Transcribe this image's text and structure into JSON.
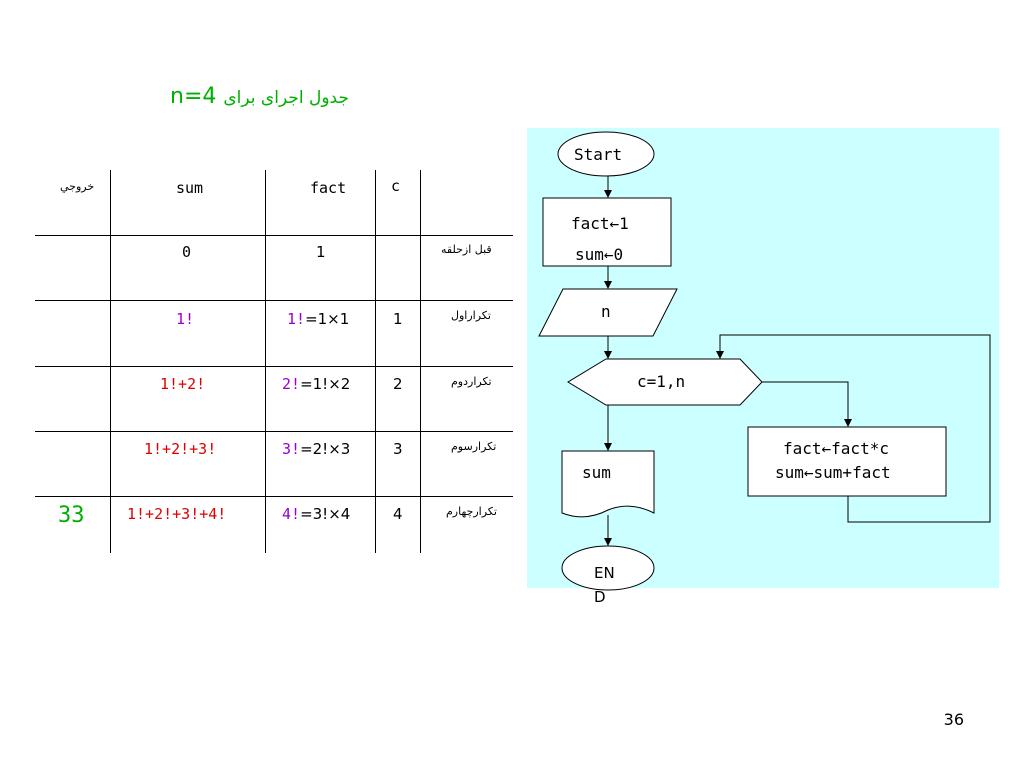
{
  "title": {
    "main": "n=4",
    "persian": "جدول اجرای برای"
  },
  "table": {
    "headers": {
      "output": "خروجي",
      "sum": "sum",
      "fact": "fact",
      "c": "c"
    },
    "rows": [
      {
        "label": "قبل ازحلقه",
        "c": "",
        "fact_prefix": "",
        "fact_suffix": "1",
        "sum": "0",
        "sum_color": "black",
        "output": ""
      },
      {
        "label": "تكراراول",
        "c": "1",
        "fact_prefix": "1!",
        "fact_suffix": "=1×1",
        "sum": "1!",
        "sum_color": "purple",
        "output": ""
      },
      {
        "label": "تكراردوم",
        "c": "2",
        "fact_prefix": "2!",
        "fact_suffix": "=1!×2",
        "sum": "1!+2!",
        "sum_color": "red",
        "output": ""
      },
      {
        "label": "تكرارسوم",
        "c": "3",
        "fact_prefix": "3!",
        "fact_suffix": "=2!×3",
        "sum": "1!+2!+3!",
        "sum_color": "red",
        "output": ""
      },
      {
        "label": "تكرارچهارم",
        "c": "4",
        "fact_prefix": "4!",
        "fact_suffix": "=3!×4",
        "sum": "1!+2!+3!+4!",
        "sum_color": "red",
        "output": "33"
      }
    ]
  },
  "flowchart": {
    "start": "Start",
    "init_line1": "fact←1",
    "init_line2": "sum←0",
    "input": "n",
    "loop": "c=1,n",
    "body_line1": "fact←fact*c",
    "body_line2": "sum←sum+fact",
    "output": "sum",
    "end_line1": "EN",
    "end_line2": "D"
  },
  "page_number": "36",
  "colors": {
    "flow_background": "#ccffff",
    "title": "#00b000",
    "red": "#e00000",
    "purple": "#9900cc",
    "green": "#00b000"
  }
}
